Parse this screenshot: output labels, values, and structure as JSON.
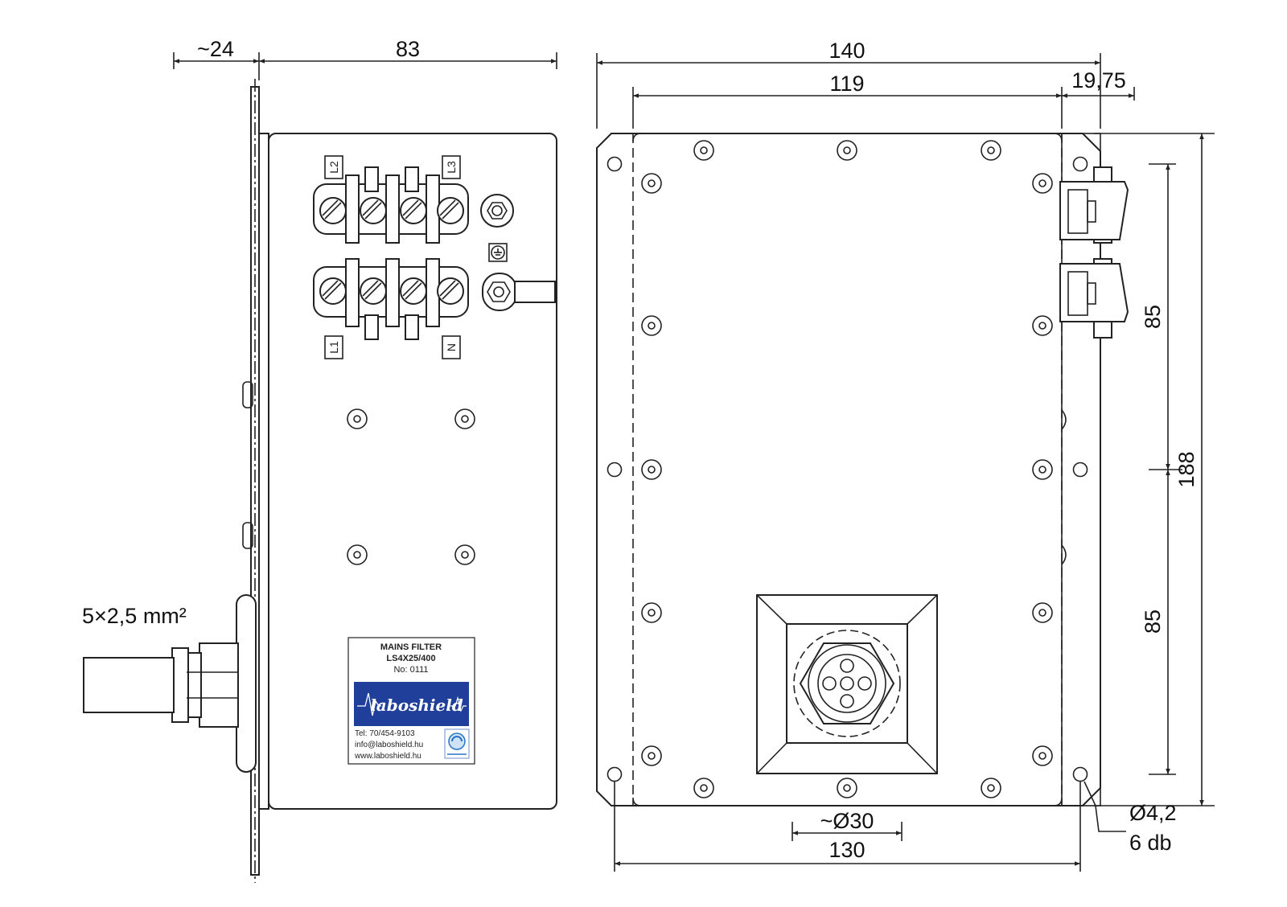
{
  "dimensions": {
    "side_offset": "~24",
    "side_depth": "83",
    "overall_width": "140",
    "plate_width": "119",
    "connector_protrusion": "19,75",
    "hole_pitch_upper": "85",
    "hole_pitch_lower": "85",
    "overall_height": "188",
    "gland_diameter": "~Ø30",
    "hole_spacing_bottom": "130",
    "mount_hole_diameter": "Ø4,2",
    "mount_hole_count": "6 db",
    "cable_spec": "5×2,5 mm²"
  },
  "terminals": {
    "l1": "L1",
    "l2": "L2",
    "l3": "L3",
    "n": "N"
  },
  "label_plate": {
    "title": "MAINS FILTER",
    "model": "LS4X25/400",
    "serial": "No: 0111",
    "brand": "laboshield",
    "phone": "Tel: 70/454-9103",
    "email": "info@laboshield.hu",
    "web": "www.laboshield.hu"
  },
  "colors": {
    "brand_blue": "#1f3f9a",
    "line": "#222222"
  }
}
